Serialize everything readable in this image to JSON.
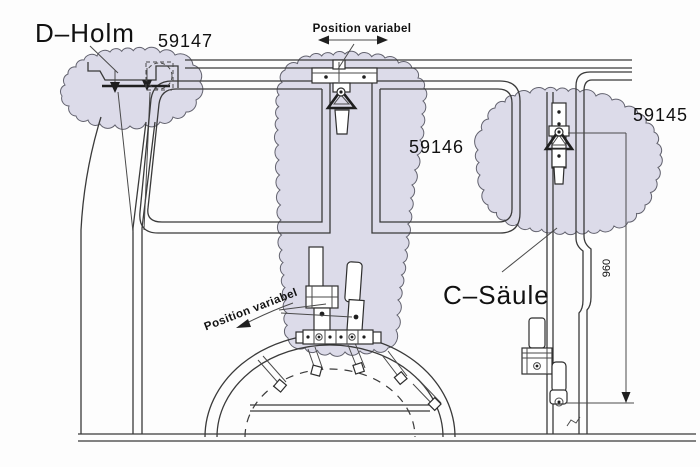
{
  "diagram": {
    "labels": {
      "d_holm": "D–Holm",
      "part_d_holm": "59147",
      "part_center_rail": "59146",
      "part_c_pillar": "59145",
      "c_saeule": "C–Säule",
      "position_variabel_top": "Position variabel",
      "position_variabel_bottom": "Position variabel",
      "dimension_height": "960"
    },
    "colors": {
      "highlight_cloud": "#dcdbe9",
      "line": "#3a3a3a",
      "text": "#111111",
      "background": "#fdfdfd"
    }
  }
}
